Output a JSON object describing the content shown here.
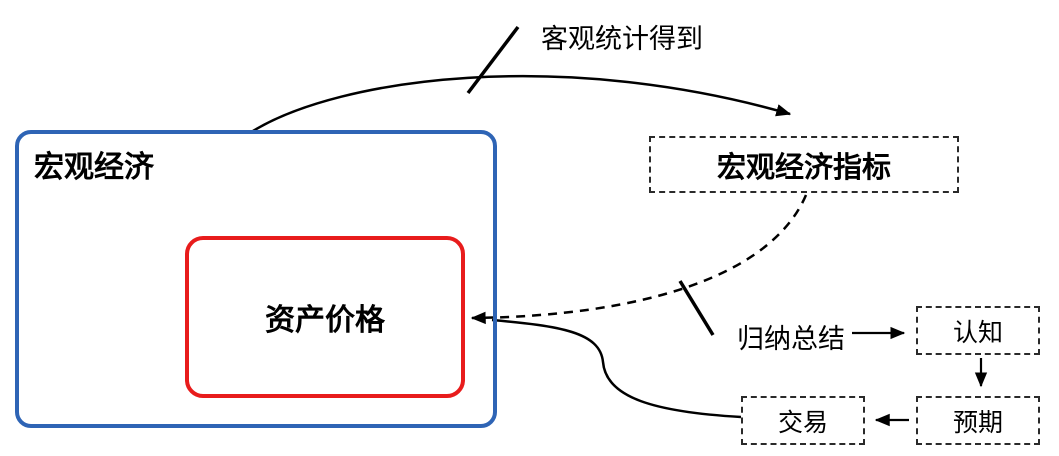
{
  "diagram": {
    "nodes": {
      "macro_economy": {
        "label": "宏观经济"
      },
      "asset_price": {
        "label": "资产价格"
      },
      "macro_indicators": {
        "label": "宏观经济指标"
      },
      "cognition": {
        "label": "认知"
      },
      "expectation": {
        "label": "预期"
      },
      "trade": {
        "label": "交易"
      }
    },
    "edge_labels": {
      "objective_statistics": "客观统计得到",
      "summarize": "归纳总结"
    },
    "colors": {
      "macro_border": "#2e64b5",
      "asset_border": "#e81c1c",
      "connector": "#000000",
      "background": "#ffffff"
    }
  }
}
